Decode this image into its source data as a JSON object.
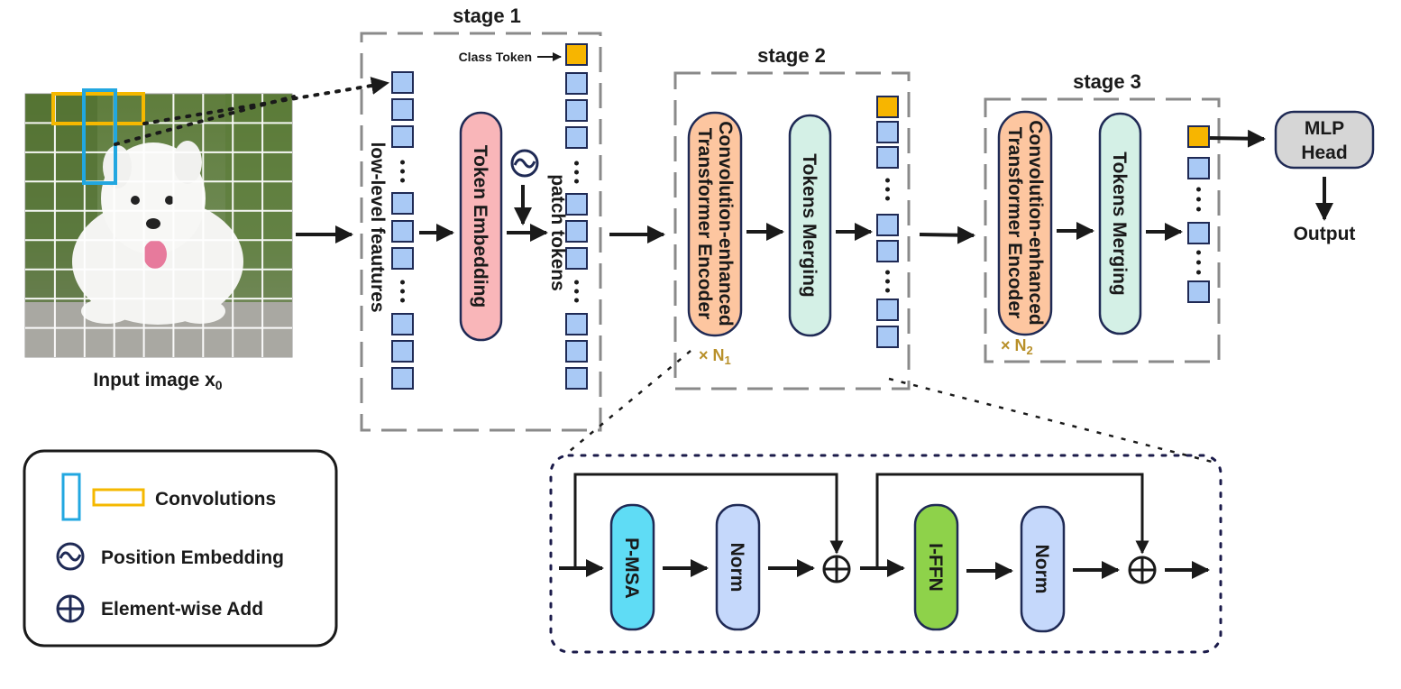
{
  "input": {
    "caption": "Input image x",
    "caption_sub": "0"
  },
  "stage1": {
    "title": "stage 1",
    "low_level_label": "low-level  feautures",
    "token_embedding": "Token Embedding",
    "class_token_label": "Class Token",
    "patch_tokens_label": "patch tokens"
  },
  "stage2": {
    "title": "stage 2",
    "encoder_line1": "Convolution-enhanced",
    "encoder_line2": "Transformer Encoder",
    "merging": "Tokens Merging",
    "repeat_prefix": "× N",
    "repeat_sub": "1"
  },
  "stage3": {
    "title": "stage 3",
    "encoder_line1": "Convolution-enhanced",
    "encoder_line2": "Transformer Encoder",
    "merging": "Tokens Merging",
    "repeat_prefix": "× N",
    "repeat_sub": "2"
  },
  "head": {
    "line1": "MLP",
    "line2": "Head",
    "output": "Output"
  },
  "encoder_detail": {
    "pmsa": "P-MSA",
    "norm1": "Norm",
    "iffn": "I-FFN",
    "norm2": "Norm"
  },
  "legend": {
    "convolutions": "Convolutions",
    "position_embedding": "Position Embedding",
    "element_add": "Element-wise Add"
  },
  "colors": {
    "token_blue": "#a9c9f5",
    "class_token": "#f7b500",
    "token_embedding": "#f9b6b9",
    "encoder": "#fdc6a0",
    "merging": "#d4f0e6",
    "pmsa": "#5fdcf5",
    "norm": "#c5d8fb",
    "iffn": "#8ed24a",
    "mlp": "#d6d6d6",
    "conv_blue": "#22a7e0",
    "conv_yellow": "#f5b800",
    "dashed_border": "#8a8a8a",
    "dotted_border": "#1b1b4a"
  }
}
